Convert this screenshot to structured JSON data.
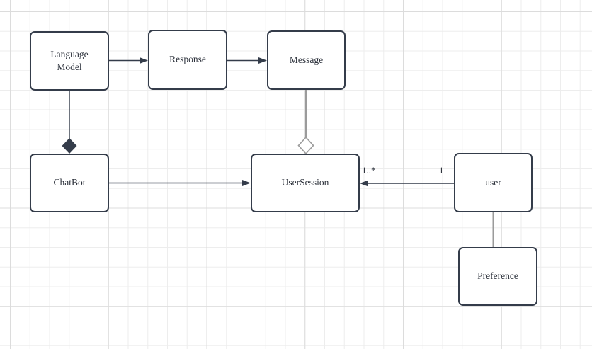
{
  "diagram": {
    "type": "uml-class-diagram",
    "nodes": [
      {
        "id": "language-model",
        "label": "Language Model"
      },
      {
        "id": "response",
        "label": "Response"
      },
      {
        "id": "message",
        "label": "Message"
      },
      {
        "id": "chatbot",
        "label": "ChatBot"
      },
      {
        "id": "usersession",
        "label": "UserSession"
      },
      {
        "id": "user",
        "label": "user"
      },
      {
        "id": "preference",
        "label": "Preference"
      }
    ],
    "edges": [
      {
        "id": "language-model-to-response",
        "from": "language-model",
        "to": "response",
        "style": "arrow"
      },
      {
        "id": "response-to-message",
        "from": "response",
        "to": "message",
        "style": "arrow"
      },
      {
        "id": "language-model-to-chatbot",
        "from": "language-model",
        "to": "chatbot",
        "style": "composition-filled-diamond"
      },
      {
        "id": "message-to-usersession",
        "from": "message",
        "to": "usersession",
        "style": "aggregation-hollow-diamond"
      },
      {
        "id": "chatbot-to-usersession",
        "from": "chatbot",
        "to": "usersession",
        "style": "arrow"
      },
      {
        "id": "user-to-usersession",
        "from": "user",
        "to": "usersession",
        "style": "arrow",
        "target_multiplicity": "1..*",
        "source_multiplicity": "1"
      },
      {
        "id": "user-to-preference",
        "from": "user",
        "to": "preference",
        "style": "plain-line"
      }
    ],
    "edge_labels": {
      "usersession_multiplicity": "1..*",
      "user_multiplicity": "1"
    },
    "colors": {
      "canvas_bg": "#ffffff",
      "grid_minor": "#ededed",
      "grid_major": "#dcdcdc",
      "node_fill": "#ffffff",
      "stroke_dark": "#343c4a",
      "stroke_gray": "#9b9b9b",
      "text": "#2b303a"
    }
  }
}
